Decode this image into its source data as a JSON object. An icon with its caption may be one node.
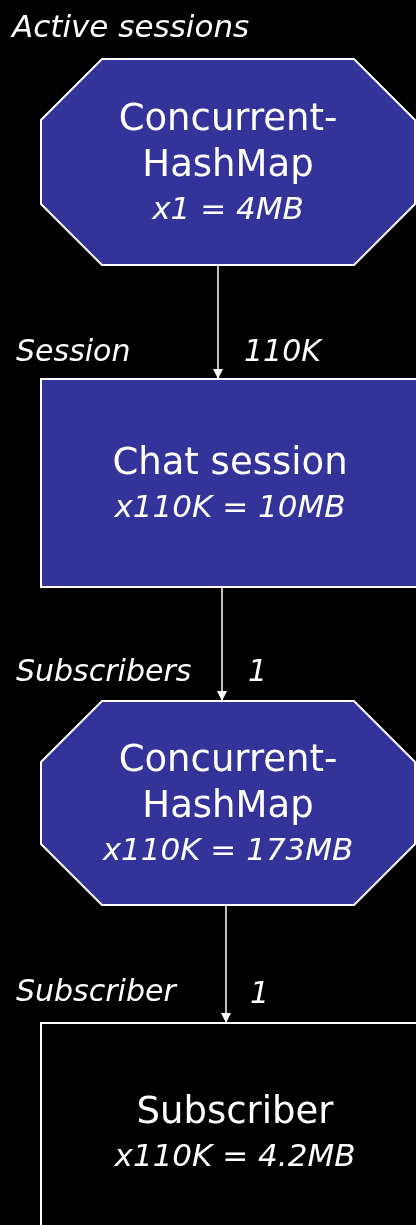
{
  "diagram": {
    "title": "Active sessions",
    "nodes": [
      {
        "text": [
          "Concurrent- HashMap",
          "x1 = 4MB"
        ]
      },
      {
        "text": [
          "Chat session",
          "x110K = 10MB"
        ]
      },
      {
        "text": [
          "Concurrent- HashMap",
          "x110K = 173MB"
        ]
      },
      {
        "text": [
          "Subscriber",
          "x110K = 4.2MB"
        ]
      }
    ],
    "edges": [
      {
        "from": 0,
        "to": 1,
        "arrow": "to"
      },
      {
        "from": 1,
        "to": 2,
        "arrow": "to"
      },
      {
        "from": 2,
        "to": 3,
        "arrow": "to"
      }
    ],
    "labels": [
      "Session",
      "110K",
      "Subscribers",
      "1",
      "Subscriber",
      "1"
    ]
  }
}
